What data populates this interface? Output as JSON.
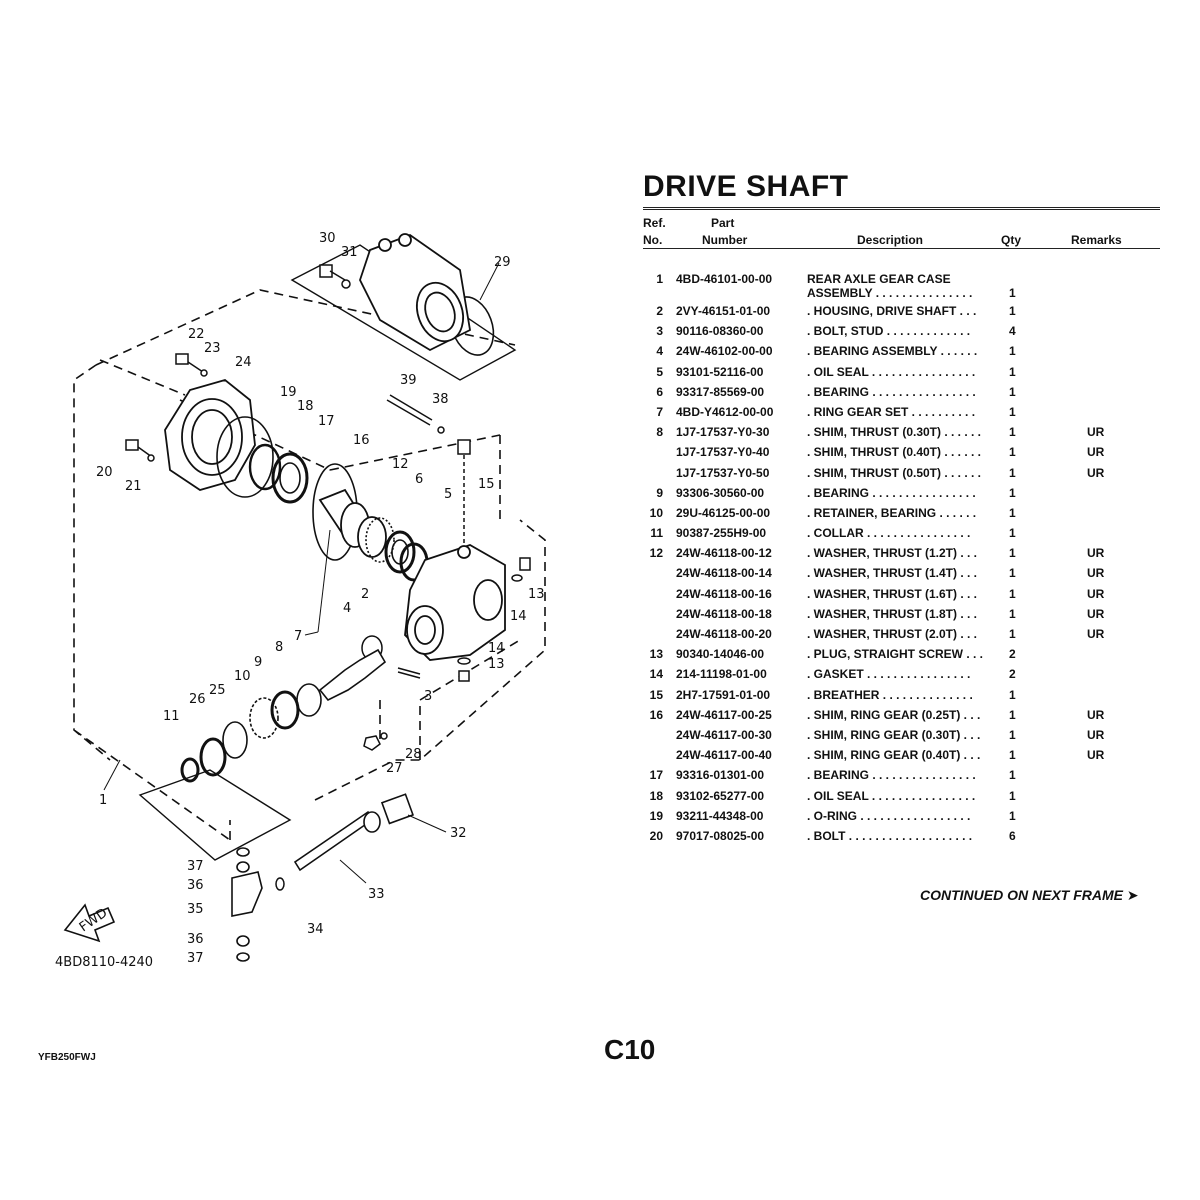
{
  "page": {
    "title": "DRIVE SHAFT",
    "continued": "CONTINUED ON NEXT FRAME ➤",
    "page_number": "C10",
    "model_code": "YFB250FWJ",
    "diagram_code": "4BD8110-4240",
    "fwd_label": "FWD"
  },
  "table": {
    "headers": {
      "ref_1": "Ref.",
      "ref_2": "No.",
      "part_1": "Part",
      "part_2": "Number",
      "description": "Description",
      "qty": "Qty",
      "remarks": "Remarks"
    },
    "rows": [
      {
        "ref": "1",
        "number": "4BD-46101-00-00",
        "desc_1": "REAR AXLE GEAR CASE",
        "desc_2": "ASSEMBLY  . . . . . . . . . . . . . . .",
        "qty": "1",
        "remarks": ""
      },
      {
        "ref": "2",
        "number": "2VY-46151-01-00",
        "desc": ". HOUSING, DRIVE SHAFT  . . .",
        "qty": "1",
        "remarks": ""
      },
      {
        "ref": "3",
        "number": "90116-08360-00",
        "desc": ". BOLT, STUD  . . . . . . . . . . . . .",
        "qty": "4",
        "remarks": ""
      },
      {
        "ref": "4",
        "number": "24W-46102-00-00",
        "desc": ". BEARING ASSEMBLY  . . . . . .",
        "qty": "1",
        "remarks": ""
      },
      {
        "ref": "5",
        "number": "93101-52116-00",
        "desc": ". OIL SEAL  . . . . . . . . . . . . . . . .",
        "qty": "1",
        "remarks": ""
      },
      {
        "ref": "6",
        "number": "93317-85569-00",
        "desc": ". BEARING  . . . . . . . . . . . . . . . .",
        "qty": "1",
        "remarks": ""
      },
      {
        "ref": "7",
        "number": "4BD-Y4612-00-00",
        "desc": ". RING GEAR SET  . . . . . . . . . .",
        "qty": "1",
        "remarks": ""
      },
      {
        "ref": "8",
        "number": "1J7-17537-Y0-30",
        "desc": ". SHIM, THRUST (0.30T)  . . . . . .",
        "qty": "1",
        "remarks": "UR"
      },
      {
        "ref": "",
        "number": "1J7-17537-Y0-40",
        "desc": ". SHIM, THRUST (0.40T)  . . . . . .",
        "qty": "1",
        "remarks": "UR"
      },
      {
        "ref": "",
        "number": "1J7-17537-Y0-50",
        "desc": ". SHIM, THRUST (0.50T)  . . . . . .",
        "qty": "1",
        "remarks": "UR"
      },
      {
        "ref": "9",
        "number": "93306-30560-00",
        "desc": ". BEARING  . . . . . . . . . . . . . . . .",
        "qty": "1",
        "remarks": ""
      },
      {
        "ref": "10",
        "number": "29U-46125-00-00",
        "desc": ". RETAINER, BEARING  . . . . . .",
        "qty": "1",
        "remarks": ""
      },
      {
        "ref": "11",
        "number": "90387-255H9-00",
        "desc": ". COLLAR  . . . . . . . . . . . . . . . .",
        "qty": "1",
        "remarks": ""
      },
      {
        "ref": "12",
        "number": "24W-46118-00-12",
        "desc": ". WASHER, THRUST (1.2T)  . . .",
        "qty": "1",
        "remarks": "UR"
      },
      {
        "ref": "",
        "number": "24W-46118-00-14",
        "desc": ". WASHER, THRUST (1.4T)  . . .",
        "qty": "1",
        "remarks": "UR"
      },
      {
        "ref": "",
        "number": "24W-46118-00-16",
        "desc": ". WASHER, THRUST (1.6T)  . . .",
        "qty": "1",
        "remarks": "UR"
      },
      {
        "ref": "",
        "number": "24W-46118-00-18",
        "desc": ". WASHER, THRUST (1.8T)  . . .",
        "qty": "1",
        "remarks": "UR"
      },
      {
        "ref": "",
        "number": "24W-46118-00-20",
        "desc": ". WASHER, THRUST (2.0T)  . . .",
        "qty": "1",
        "remarks": "UR"
      },
      {
        "ref": "13",
        "number": "90340-14046-00",
        "desc": ". PLUG, STRAIGHT SCREW  . . .",
        "qty": "2",
        "remarks": ""
      },
      {
        "ref": "14",
        "number": "214-11198-01-00",
        "desc": ". GASKET  . . . . . . . . . . . . . . . .",
        "qty": "2",
        "remarks": ""
      },
      {
        "ref": "15",
        "number": "2H7-17591-01-00",
        "desc": ". BREATHER  . . . . . . . . . . . . . .",
        "qty": "1",
        "remarks": ""
      },
      {
        "ref": "16",
        "number": "24W-46117-00-25",
        "desc": ". SHIM, RING GEAR (0.25T)  . . .",
        "qty": "1",
        "remarks": "UR"
      },
      {
        "ref": "",
        "number": "24W-46117-00-30",
        "desc": ". SHIM, RING GEAR (0.30T)  . . .",
        "qty": "1",
        "remarks": "UR"
      },
      {
        "ref": "",
        "number": "24W-46117-00-40",
        "desc": ". SHIM, RING GEAR (0.40T)  . . .",
        "qty": "1",
        "remarks": "UR"
      },
      {
        "ref": "17",
        "number": "93316-01301-00",
        "desc": ". BEARING  . . . . . . . . . . . . . . . .",
        "qty": "1",
        "remarks": ""
      },
      {
        "ref": "18",
        "number": "93102-65277-00",
        "desc": ". OIL SEAL  . . . . . . . . . . . . . . . .",
        "qty": "1",
        "remarks": ""
      },
      {
        "ref": "19",
        "number": "93211-44348-00",
        "desc": ". O-RING  . . . . . . . . . . . . . . . . .",
        "qty": "1",
        "remarks": ""
      },
      {
        "ref": "20",
        "number": "97017-08025-00",
        "desc": ". BOLT  . . . . . . . . . . . . . . . . . . .",
        "qty": "6",
        "remarks": ""
      }
    ]
  },
  "callouts": [
    "1",
    "2",
    "3",
    "4",
    "5",
    "6",
    "7",
    "8",
    "9",
    "10",
    "11",
    "12",
    "13",
    "13",
    "14",
    "14",
    "15",
    "16",
    "17",
    "18",
    "19",
    "20",
    "21",
    "22",
    "23",
    "24",
    "25",
    "26",
    "27",
    "28",
    "29",
    "30",
    "31",
    "32",
    "33",
    "34",
    "35",
    "36",
    "36",
    "37",
    "37",
    "38",
    "39"
  ]
}
